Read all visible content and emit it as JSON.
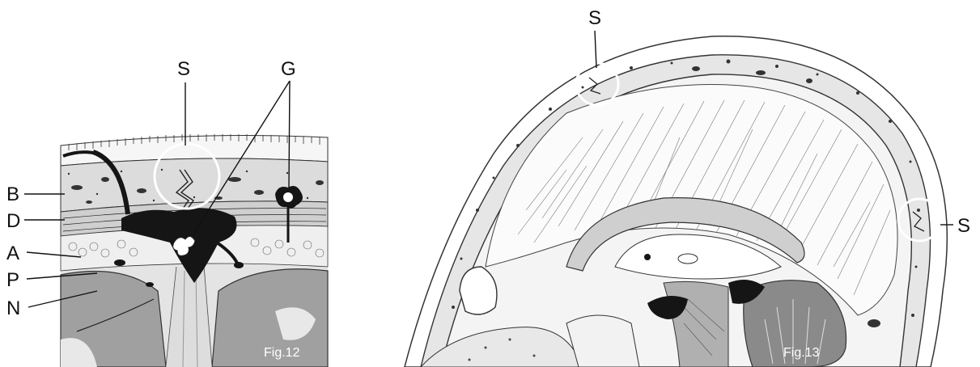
{
  "figure12": {
    "caption": "Fig.12",
    "labels": {
      "suture": "S",
      "granulations": "G",
      "bone": "B",
      "dura": "D",
      "arachnoid": "A",
      "pia": "P",
      "brain": "N"
    }
  },
  "figure13": {
    "caption": "Fig.13",
    "labels": {
      "suture_top": "S",
      "suture_back": "S"
    }
  },
  "colors": {
    "ink": "#111111",
    "highlight_circle": "#ffffff",
    "brain_gray": "#9a9a9a",
    "sinus_black": "#151515"
  }
}
